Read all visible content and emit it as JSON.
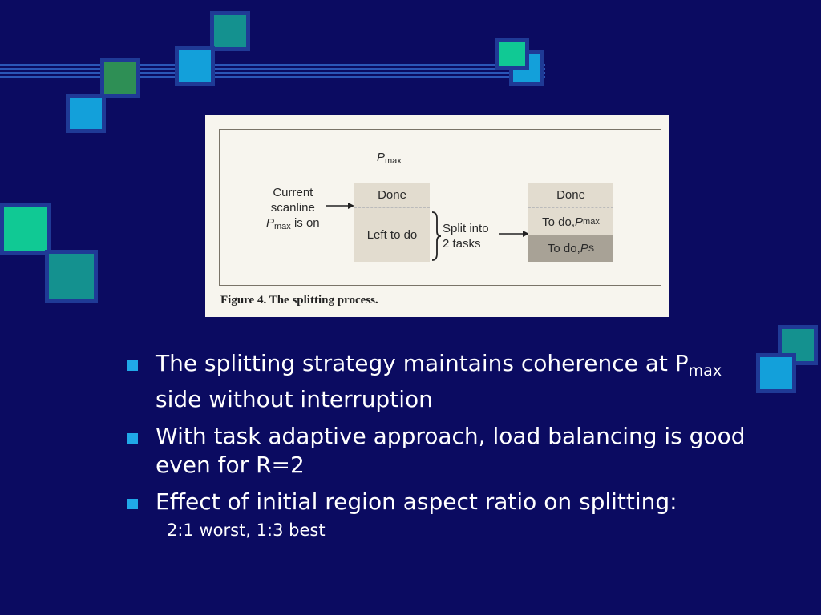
{
  "colors": {
    "background": "#0b0b61",
    "deco_teal": "#14918f",
    "deco_blue": "#13a0da",
    "deco_green": "#10c994",
    "deco_olive": "#2e8f55",
    "deco_border": "#1f3a96",
    "bullet": "#20a8e8"
  },
  "figure": {
    "pmax_label": "P",
    "pmax_sub": "max",
    "left_label_line1": "Current",
    "left_label_line2": "scanline",
    "left_label_p": "P",
    "left_label_p_sub": "max",
    "left_label_tail": " is on",
    "left_done": "Done",
    "left_todo": "Left to do",
    "split_line1": "Split into",
    "split_line2": "2 tasks",
    "right_done": "Done",
    "right_todo_pmax_text": "To do, ",
    "right_todo_pmax_p": "P",
    "right_todo_pmax_sub": "max",
    "right_todo_ps_text": "To do, ",
    "right_todo_ps_p": "P",
    "right_todo_ps_sub": "S",
    "caption": "Figure 4. The splitting process."
  },
  "bullets": [
    {
      "text_before": "The splitting strategy maintains coherence at ",
      "p": "P",
      "p_sub": "max",
      "text_after": " side without interruption"
    },
    {
      "text": "With task adaptive approach, load balancing is good even for R=2"
    },
    {
      "text": "Effect of initial region aspect ratio on splitting:"
    }
  ],
  "sub_bullet": "2:1 worst, 1:3 best"
}
